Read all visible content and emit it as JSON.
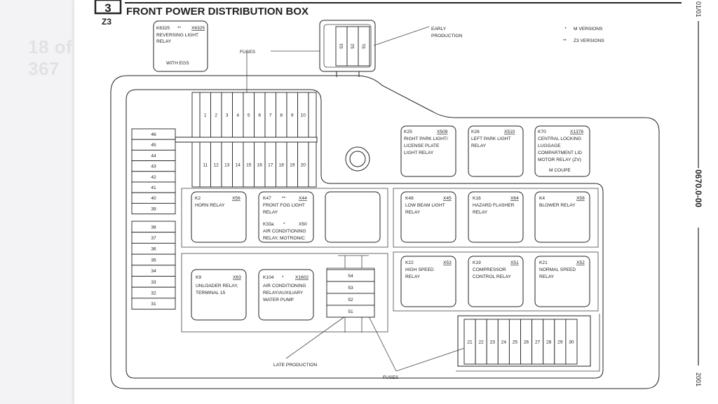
{
  "viewer": {
    "page_indicator": "18 of 367"
  },
  "header": {
    "badge": "3",
    "model": "Z3",
    "title": "FRONT POWER DISTRIBUTION BOX"
  },
  "legend": [
    {
      "mark": "*",
      "text": "M VERSIONS"
    },
    {
      "mark": "**",
      "text": "Z3 VERSIONS"
    }
  ],
  "side": {
    "date": "01/01",
    "code": "0670.0-00",
    "year": "2001"
  },
  "callouts": {
    "fuses_top": "FUSES",
    "early_production": [
      "EARLY",
      "PRODUCTION"
    ],
    "late_production": "LATE PRODUCTION",
    "fuses_bottom": "FUSES",
    "with_egs": "WITH EGS",
    "m_coupe": "M COUPE"
  },
  "fuses": {
    "top_row": [
      "1",
      "2",
      "3",
      "4",
      "5",
      "6",
      "7",
      "8",
      "9",
      "10"
    ],
    "mid_row": [
      "11",
      "12",
      "13",
      "14",
      "15",
      "16",
      "17",
      "18",
      "19",
      "20"
    ],
    "bottom_row": [
      "21",
      "22",
      "23",
      "24",
      "25",
      "26",
      "27",
      "28",
      "29",
      "30"
    ],
    "left_upper": [
      "46",
      "45",
      "44",
      "43",
      "42",
      "41",
      "40",
      "39"
    ],
    "left_lower": [
      "38",
      "37",
      "36",
      "35",
      "34",
      "33",
      "32",
      "31"
    ],
    "early": [
      "53",
      "52",
      "51"
    ],
    "late": [
      "54",
      "53",
      "52",
      "51"
    ]
  },
  "relays": {
    "k6325": {
      "code": "K6325",
      "mark": "**",
      "conn": "X6325",
      "lines": [
        "REVERSING LIGHT",
        "RELAY"
      ]
    },
    "k25": {
      "code": "K25",
      "conn": "X509",
      "lines": [
        "RIGHT PARK LIGHT/",
        "LICENSE PLATE",
        "LIGHT RELAY"
      ]
    },
    "k26": {
      "code": "K26",
      "conn": "X510",
      "lines": [
        "LEFT PARK LIGHT",
        "RELAY"
      ]
    },
    "k70": {
      "code": "K70",
      "conn": "X1376",
      "lines": [
        "CENTRAL LOCKING",
        "LUGGAGE",
        "COMPARTMENT LID",
        "MOTOR RELAY (ZV)"
      ]
    },
    "k2": {
      "code": "K2",
      "conn": "X56",
      "lines": [
        "HORN RELAY"
      ]
    },
    "k47": {
      "code": "K47",
      "mark": "**",
      "conn": "X44",
      "lines": [
        "FRONT FOG LIGHT",
        "RELAY"
      ]
    },
    "k33a": {
      "code": "K33a",
      "mark": "*",
      "conn": "X50",
      "lines": [
        "AIR CONDITIONING",
        "RELAY, MOTRONIC"
      ]
    },
    "k48": {
      "code": "K48",
      "conn": "X45",
      "lines": [
        "LOW BEAM LIGHT",
        "RELAY"
      ]
    },
    "k16": {
      "code": "K16",
      "conn": "X64",
      "lines": [
        "HAZARD FLASHER",
        "RELAY"
      ]
    },
    "k4": {
      "code": "K4",
      "conn": "X58",
      "lines": [
        "BLOWER RELAY"
      ]
    },
    "k9": {
      "code": "K9",
      "conn": "X63",
      "lines": [
        "UNLOADER RELAY,",
        "TERMINAL 15"
      ]
    },
    "k104": {
      "code": "K104",
      "mark": "*",
      "conn": "X1602",
      "lines": [
        "AIR CONDITIONING",
        "RELAY/AUXILIARY",
        "WATER PUMP"
      ]
    },
    "k22": {
      "code": "K22",
      "conn": "X53",
      "lines": [
        "HIGH SPEED",
        "RELAY"
      ]
    },
    "k19": {
      "code": "K19",
      "conn": "X51",
      "lines": [
        "COMPRESSOR",
        "CONTROL RELAY"
      ]
    },
    "k21": {
      "code": "K21",
      "conn": "X52",
      "lines": [
        "NORMAL SPEED",
        "RELAY"
      ]
    }
  }
}
